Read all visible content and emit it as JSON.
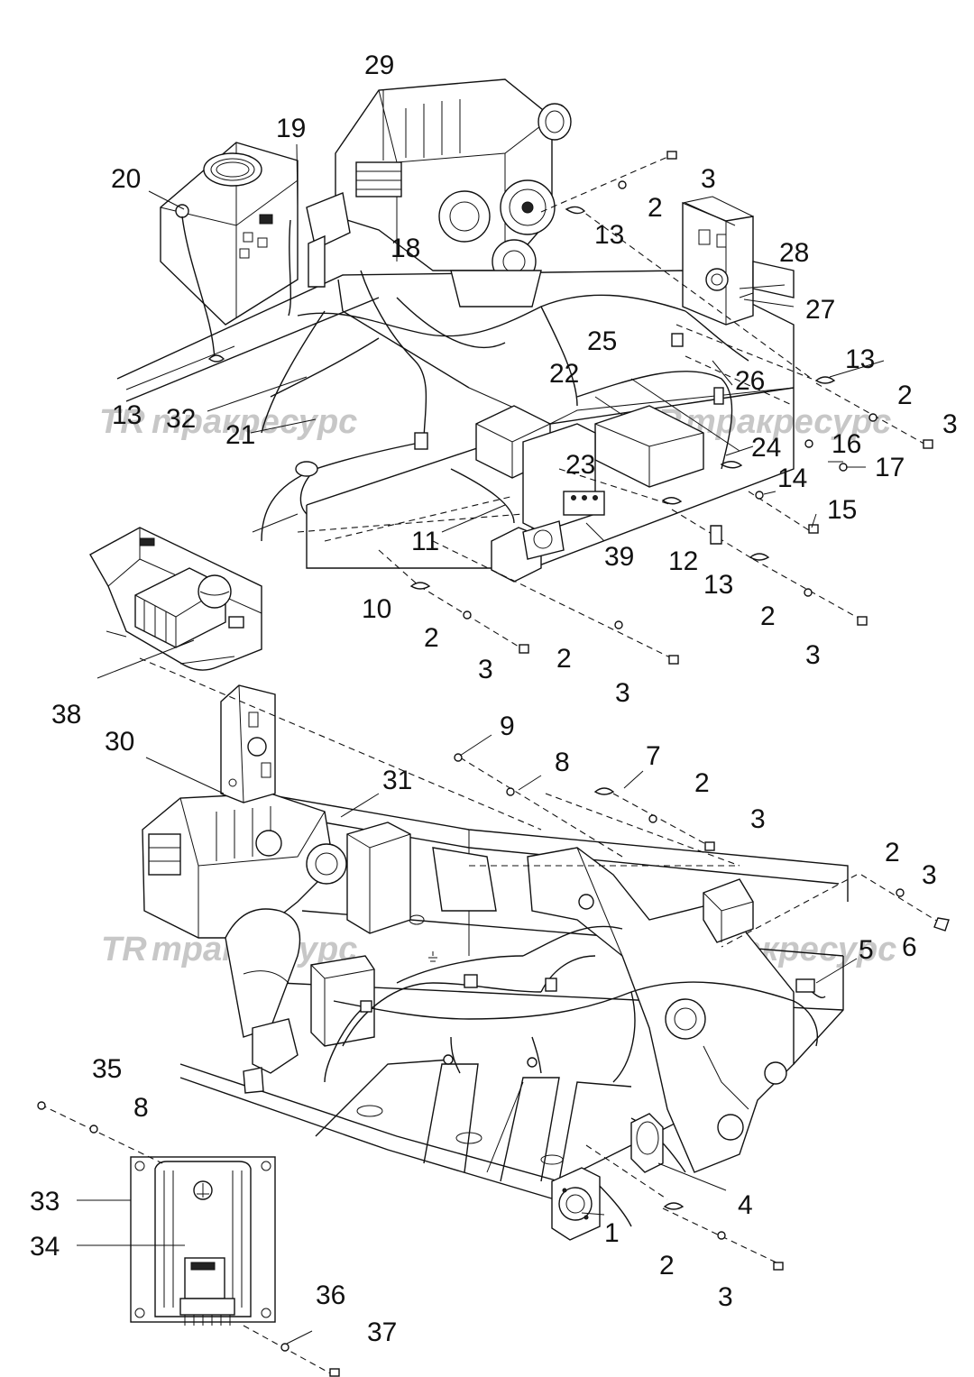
{
  "watermark": {
    "logo": "TR",
    "text": "тракресурс"
  },
  "callouts": [
    {
      "id": "c29a",
      "text": "29"
    },
    {
      "id": "c19",
      "text": "19"
    },
    {
      "id": "c20",
      "text": "20"
    },
    {
      "id": "c3a",
      "text": "3"
    },
    {
      "id": "c2a",
      "text": "2"
    },
    {
      "id": "c13a",
      "text": "13"
    },
    {
      "id": "c18",
      "text": "18"
    },
    {
      "id": "c28",
      "text": "28"
    },
    {
      "id": "c27",
      "text": "27"
    },
    {
      "id": "c25",
      "text": "25"
    },
    {
      "id": "c13b",
      "text": "13"
    },
    {
      "id": "c22",
      "text": "22"
    },
    {
      "id": "c26",
      "text": "26"
    },
    {
      "id": "c2b",
      "text": "2"
    },
    {
      "id": "c3b",
      "text": "3"
    },
    {
      "id": "c13c",
      "text": "13"
    },
    {
      "id": "c32",
      "text": "32"
    },
    {
      "id": "c21",
      "text": "21"
    },
    {
      "id": "c24",
      "text": "24"
    },
    {
      "id": "c16",
      "text": "16"
    },
    {
      "id": "c17",
      "text": "17"
    },
    {
      "id": "c23",
      "text": "23"
    },
    {
      "id": "c14",
      "text": "14"
    },
    {
      "id": "c15",
      "text": "15"
    },
    {
      "id": "c11",
      "text": "11"
    },
    {
      "id": "c39",
      "text": "39"
    },
    {
      "id": "c12",
      "text": "12"
    },
    {
      "id": "c13d",
      "text": "13"
    },
    {
      "id": "c10",
      "text": "10"
    },
    {
      "id": "c2c",
      "text": "2"
    },
    {
      "id": "c2d",
      "text": "2"
    },
    {
      "id": "c3c",
      "text": "3"
    },
    {
      "id": "c2e",
      "text": "2"
    },
    {
      "id": "c3d",
      "text": "3"
    },
    {
      "id": "c3e",
      "text": "3"
    },
    {
      "id": "c38",
      "text": "38"
    },
    {
      "id": "c9",
      "text": "9"
    },
    {
      "id": "c30",
      "text": "30"
    },
    {
      "id": "c8a",
      "text": "8"
    },
    {
      "id": "c7",
      "text": "7"
    },
    {
      "id": "c31",
      "text": "31"
    },
    {
      "id": "c2f",
      "text": "2"
    },
    {
      "id": "c3f",
      "text": "3"
    },
    {
      "id": "c2g",
      "text": "2"
    },
    {
      "id": "c3g",
      "text": "3"
    },
    {
      "id": "c5",
      "text": "5"
    },
    {
      "id": "c6",
      "text": "6"
    },
    {
      "id": "c35",
      "text": "35"
    },
    {
      "id": "c8b",
      "text": "8"
    },
    {
      "id": "c33",
      "text": "33"
    },
    {
      "id": "c4",
      "text": "4"
    },
    {
      "id": "c34",
      "text": "34"
    },
    {
      "id": "c1",
      "text": "1"
    },
    {
      "id": "c2h",
      "text": "2"
    },
    {
      "id": "c36",
      "text": "36"
    },
    {
      "id": "c37",
      "text": "37"
    },
    {
      "id": "c3h",
      "text": "3"
    }
  ]
}
